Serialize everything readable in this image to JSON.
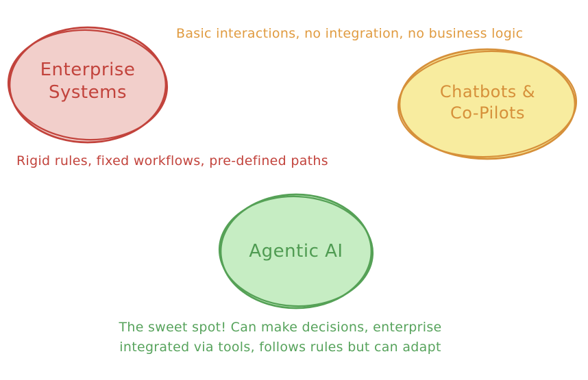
{
  "page": {
    "background": "#ffffff"
  },
  "bubbles": [
    {
      "name": "enterprise-systems",
      "label": "Enterprise\nSystems",
      "fill": "#f2cfcb",
      "stroke": "#c2433c",
      "text_color": "#c2433c"
    },
    {
      "name": "chatbots-copilots",
      "label": "Chatbots &\nCo-Pilots",
      "fill": "#f8ec9f",
      "stroke": "#d6903a",
      "text_color": "#d6903a"
    },
    {
      "name": "agentic-ai",
      "label": "Agentic AI",
      "fill": "#c6edc3",
      "stroke": "#55a156",
      "text_color": "#4f9b52"
    }
  ],
  "annotations": [
    {
      "name": "chatbots-note",
      "text": "Basic interactions, no integration, no business logic",
      "color": "#e09b40"
    },
    {
      "name": "enterprise-note",
      "text": "Rigid rules, fixed workflows, pre-defined paths",
      "color": "#c2433c"
    },
    {
      "name": "agentic-note",
      "text": "The sweet spot! Can make decisions, enterprise\nintegrated via tools, follows rules but can adapt",
      "color": "#57a35c"
    }
  ]
}
